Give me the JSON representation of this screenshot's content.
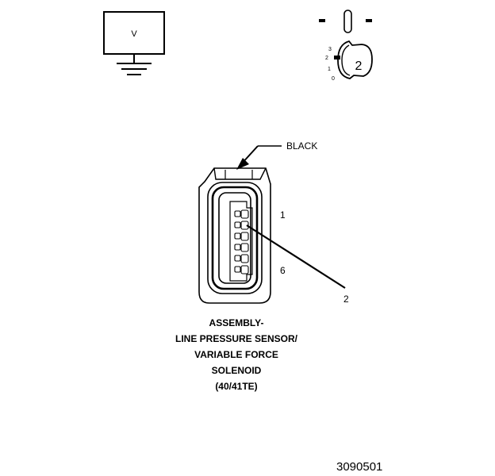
{
  "meter": {
    "label": "V"
  },
  "selector": {
    "positions": [
      "3",
      "2",
      "1",
      "0"
    ],
    "value": "2"
  },
  "connector": {
    "color_label": "BLACK",
    "pin_first": "1",
    "pin_last": "6",
    "callout": "2",
    "caption": [
      "ASSEMBLY-",
      "LINE PRESSURE SENSOR/",
      "VARIABLE FORCE",
      "SOLENOID",
      "(40/41TE)"
    ]
  },
  "figure_id": "3090501"
}
